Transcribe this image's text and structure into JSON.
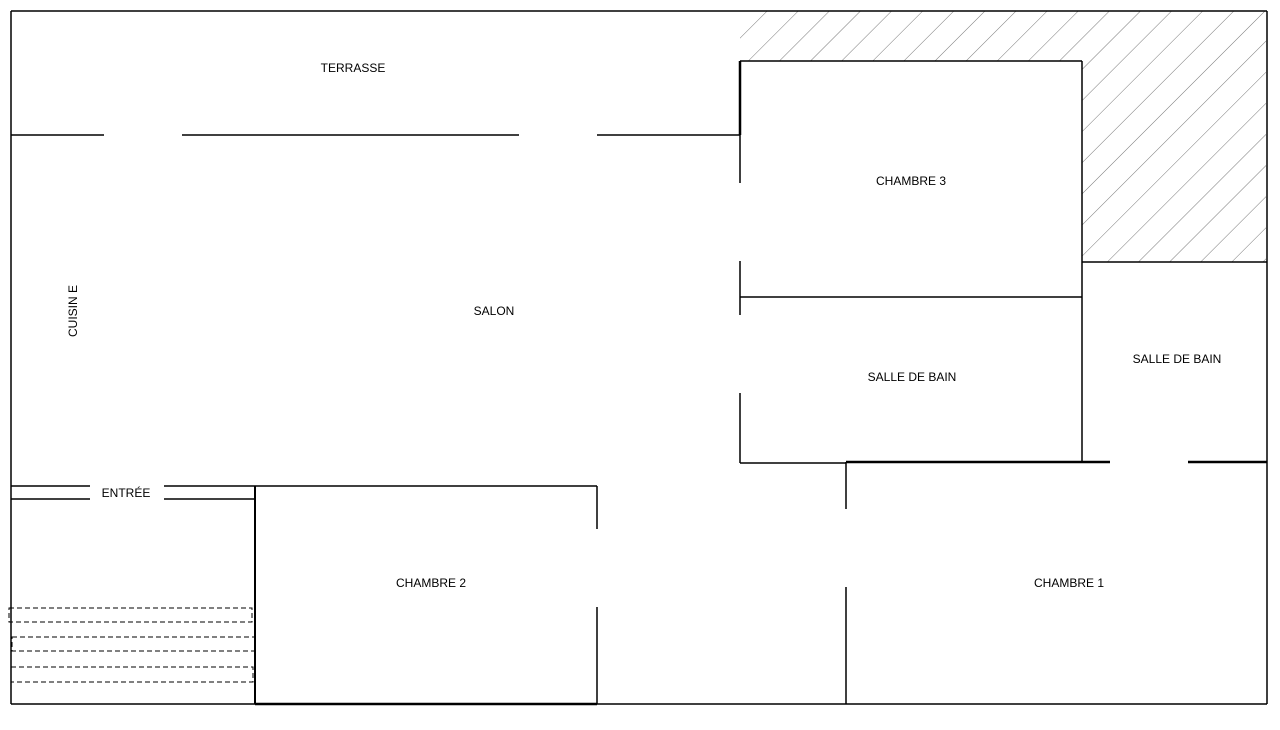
{
  "floorplan": {
    "rooms": {
      "terrasse": "TERRASSE",
      "cuisine": "CUISIN E",
      "salon": "SALON",
      "entree": "ENTRÉE",
      "chambre3": "CHAMBRE 3",
      "salle_de_bain_1": "SALLE DE BAIN",
      "salle_de_bain_2": "SALLE DE BAIN",
      "chambre2": "CHAMBRE 2",
      "chambre1": "CHAMBRE 1"
    },
    "colors": {
      "wall": "#000000",
      "background": "#ffffff",
      "hatch": "#555555"
    }
  }
}
